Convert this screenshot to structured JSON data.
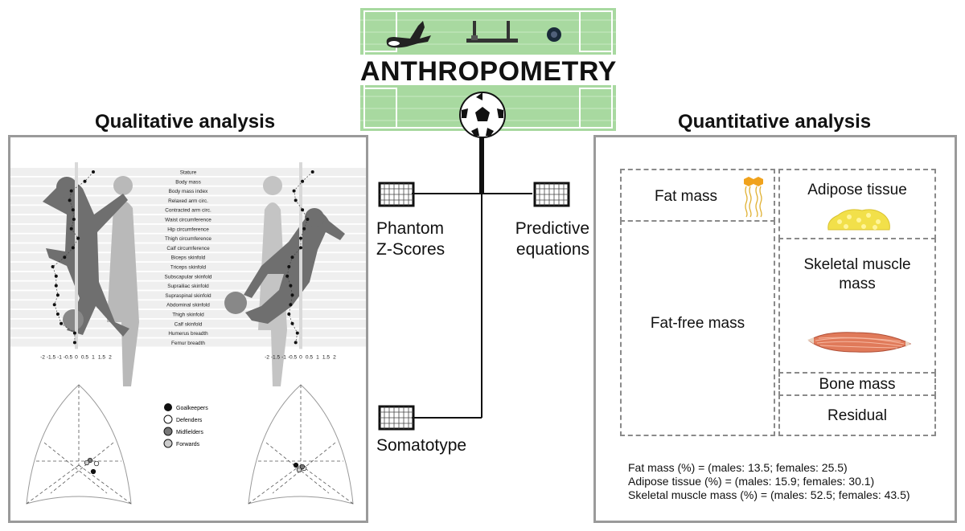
{
  "header": {
    "title": "ANTHROPOMETRY"
  },
  "left_panel": {
    "heading": "Qualitative analysis",
    "variables": [
      "Stature",
      "Body mass",
      "Body mass index",
      "Relaxed arm circ.",
      "Contracted arm circ.",
      "Waist circumference",
      "Hip circumference",
      "Thigh circumference",
      "Calf circumference",
      "Biceps skinfold",
      "Triceps skinfold",
      "Subscapular skinfold",
      "Suprailiac skinfold",
      "Supraspinal skinfold",
      "Abdominal skinfold",
      "Thigh skinfold",
      "Calf skinfold",
      "Humerus breadth",
      "Femur breadth"
    ],
    "x_ticks": [
      "-2",
      "-1.5",
      "-1",
      "-0.5",
      "0",
      "0.5",
      "1",
      "1.5",
      "2"
    ],
    "legend": [
      "Goalkeepers",
      "Defenders",
      "Midfielders",
      "Forwards"
    ]
  },
  "right_panel": {
    "heading": "Quantitative analysis"
  },
  "center": {
    "phantom_label": [
      "Phantom",
      "Z-Scores"
    ],
    "predictive_label": [
      "Predictive",
      "equations"
    ],
    "somatotype_label": "Somatotype"
  },
  "composition": {
    "fat_mass": "Fat mass",
    "fat_free_mass": "Fat-free mass",
    "adipose_tissue": "Adipose tissue",
    "skeletal_muscle": [
      "Skeletal muscle",
      "mass"
    ],
    "bone_mass": "Bone mass",
    "residual": "Residual"
  },
  "formulas": [
    "Fat mass (%) = (males: 13.5; females: 25.5)",
    "Adipose tissue (%) = (males: 15.9; females: 30.1)",
    "Skeletal muscle mass (%) = (males: 52.5; females: 43.5)"
  ],
  "chart_data": [
    {
      "type": "scatter",
      "title": "",
      "xlabel": "",
      "ylabel": "",
      "xlim": [
        -2,
        2
      ],
      "categories": [
        "Stature",
        "Body mass",
        "Body mass index",
        "Relaxed arm circ.",
        "Contracted arm circ.",
        "Waist circumference",
        "Hip circumference",
        "Thigh circumference",
        "Calf circumference",
        "Biceps skinfold",
        "Triceps skinfold",
        "Subscapular skinfold",
        "Suprailiac skinfold",
        "Supraspinal skinfold",
        "Abdominal skinfold",
        "Thigh skinfold",
        "Calf skinfold",
        "Humerus breadth",
        "Femur breadth"
      ],
      "values": [
        1.0,
        0.5,
        -0.3,
        -0.4,
        -0.2,
        -0.15,
        -0.3,
        0.1,
        -0.2,
        -0.7,
        -1.4,
        -1.2,
        -1.2,
        -1.1,
        -1.3,
        -1.1,
        -0.9,
        -0.1,
        -0.1
      ]
    },
    {
      "type": "scatter",
      "title": "",
      "xlabel": "",
      "ylabel": "",
      "xlim": [
        -2,
        2
      ],
      "categories": [
        "Stature",
        "Body mass",
        "Body mass index",
        "Relaxed arm circ.",
        "Contracted arm circ.",
        "Waist circumference",
        "Hip circumference",
        "Thigh circumference",
        "Calf circumference",
        "Biceps skinfold",
        "Triceps skinfold",
        "Subscapular skinfold",
        "Suprailiac skinfold",
        "Supraspinal skinfold",
        "Abdominal skinfold",
        "Thigh skinfold",
        "Calf skinfold",
        "Humerus breadth",
        "Femur breadth"
      ],
      "values": [
        0.7,
        0.1,
        -0.4,
        -0.3,
        0.1,
        0.4,
        0.2,
        0.0,
        0.0,
        -0.5,
        -0.7,
        -0.8,
        -0.6,
        -0.5,
        -0.6,
        -0.7,
        -0.5,
        -0.2,
        -0.3
      ]
    },
    {
      "type": "scatter",
      "title": "",
      "series": [
        {
          "name": "Goalkeepers",
          "x": [
            0.18
          ],
          "y": [
            -0.08
          ]
        },
        {
          "name": "Defenders",
          "x": [
            0.22
          ],
          "y": [
            0.02
          ]
        },
        {
          "name": "Midfielders",
          "x": [
            0.14
          ],
          "y": [
            0.06
          ]
        },
        {
          "name": "Forwards",
          "x": [
            0.1
          ],
          "y": [
            0.03
          ]
        }
      ]
    },
    {
      "type": "scatter",
      "title": "",
      "series": [
        {
          "name": "Goalkeepers",
          "x": [
            -0.06
          ],
          "y": [
            0.0
          ]
        },
        {
          "name": "Defenders",
          "x": [
            0.04
          ],
          "y": [
            -0.04
          ]
        },
        {
          "name": "Midfielders",
          "x": [
            0.02
          ],
          "y": [
            -0.02
          ]
        },
        {
          "name": "Forwards",
          "x": [
            -0.02
          ],
          "y": [
            -0.06
          ]
        }
      ]
    }
  ],
  "colors": {
    "field_green": "#9fd49a",
    "panel_border": "#9a9a9a",
    "dash_border": "#8a8a8a"
  }
}
